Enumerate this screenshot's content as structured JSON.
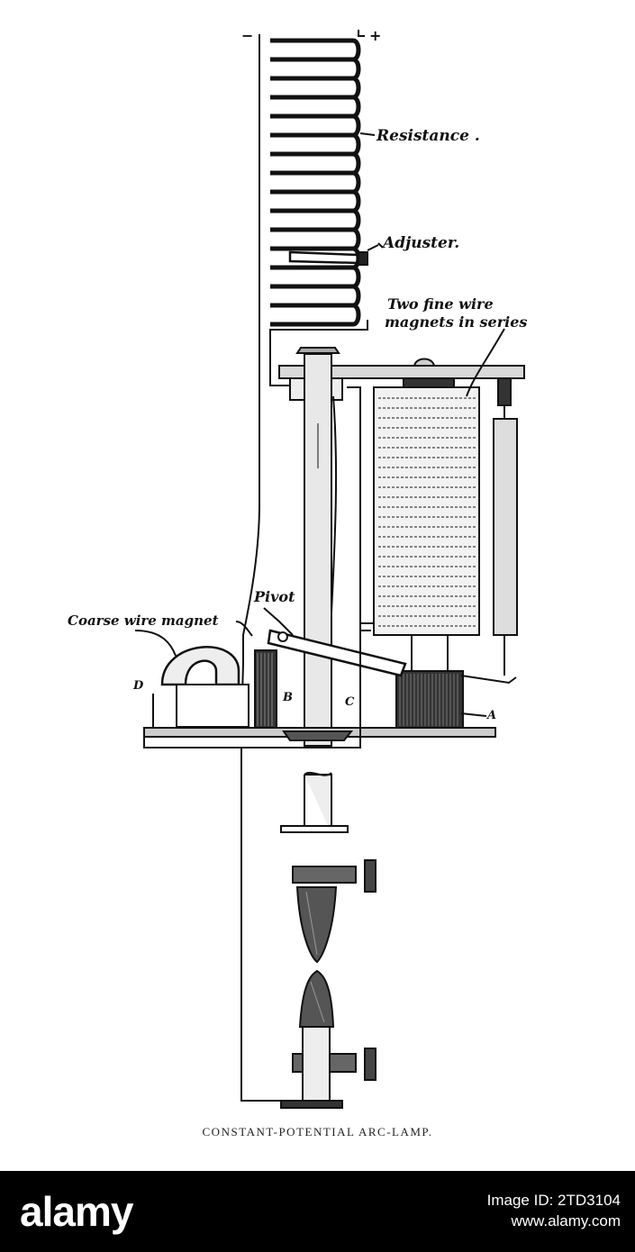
{
  "diagram": {
    "labels": {
      "minus": "−",
      "plus": "+",
      "resistance": "Resistance .",
      "adjuster": "Adjuster.",
      "two_fine_line1": "Two fine wire",
      "two_fine_line2": "magnets in series",
      "pivot": "Pivot",
      "coarse": "Coarse wire magnet",
      "D": "D",
      "B": "B",
      "C": "C",
      "A": "A"
    },
    "caption": "CONSTANT-POTENTIAL ARC-LAMP."
  },
  "footer": {
    "brand": "alamy",
    "image_id": "Image ID: 2TD3104",
    "site": "www.alamy.com",
    "colors": {
      "background": "#000000",
      "text": "#ffffff"
    }
  }
}
